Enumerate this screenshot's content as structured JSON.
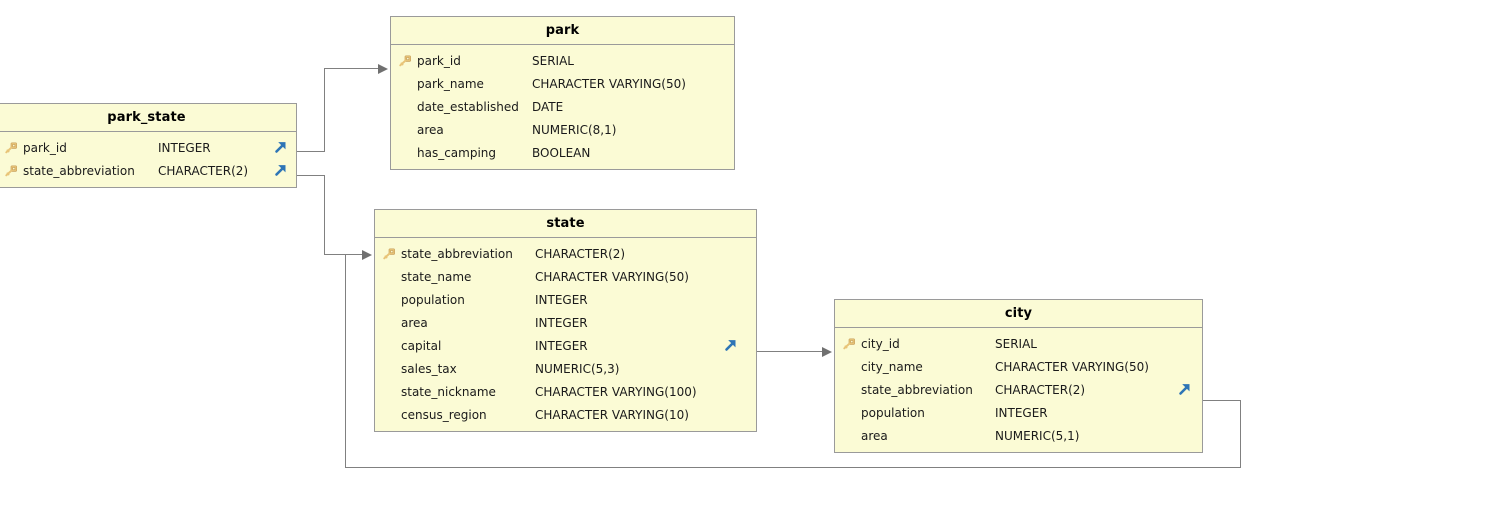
{
  "diagram": {
    "title": "database-er-diagram",
    "background_color": "#ffffff",
    "table_fill": "#fbfbd5",
    "table_border": "#9a9a9a",
    "connector_color": "#808080",
    "fk_arrow_color": "#2e75b6",
    "pk_key_color": "#e8c478"
  },
  "tables": {
    "park": {
      "name": "park",
      "columns": [
        {
          "name": "park_id",
          "type": "SERIAL",
          "pk": true,
          "fk": false
        },
        {
          "name": "park_name",
          "type": "CHARACTER VARYING(50)",
          "pk": false,
          "fk": false
        },
        {
          "name": "date_established",
          "type": "DATE",
          "pk": false,
          "fk": false
        },
        {
          "name": "area",
          "type": "NUMERIC(8,1)",
          "pk": false,
          "fk": false
        },
        {
          "name": "has_camping",
          "type": "BOOLEAN",
          "pk": false,
          "fk": false
        }
      ]
    },
    "park_state": {
      "name": "park_state",
      "columns": [
        {
          "name": "park_id",
          "type": "INTEGER",
          "pk": true,
          "fk": true
        },
        {
          "name": "state_abbreviation",
          "type": "CHARACTER(2)",
          "pk": true,
          "fk": true
        }
      ]
    },
    "state": {
      "name": "state",
      "columns": [
        {
          "name": "state_abbreviation",
          "type": "CHARACTER(2)",
          "pk": true,
          "fk": false
        },
        {
          "name": "state_name",
          "type": "CHARACTER VARYING(50)",
          "pk": false,
          "fk": false
        },
        {
          "name": "population",
          "type": "INTEGER",
          "pk": false,
          "fk": false
        },
        {
          "name": "area",
          "type": "INTEGER",
          "pk": false,
          "fk": false
        },
        {
          "name": "capital",
          "type": "INTEGER",
          "pk": false,
          "fk": true
        },
        {
          "name": "sales_tax",
          "type": "NUMERIC(5,3)",
          "pk": false,
          "fk": false
        },
        {
          "name": "state_nickname",
          "type": "CHARACTER VARYING(100)",
          "pk": false,
          "fk": false
        },
        {
          "name": "census_region",
          "type": "CHARACTER VARYING(10)",
          "pk": false,
          "fk": false
        }
      ]
    },
    "city": {
      "name": "city",
      "columns": [
        {
          "name": "city_id",
          "type": "SERIAL",
          "pk": true,
          "fk": false
        },
        {
          "name": "city_name",
          "type": "CHARACTER VARYING(50)",
          "pk": false,
          "fk": false
        },
        {
          "name": "state_abbreviation",
          "type": "CHARACTER(2)",
          "pk": false,
          "fk": true
        },
        {
          "name": "population",
          "type": "INTEGER",
          "pk": false,
          "fk": false
        },
        {
          "name": "area",
          "type": "NUMERIC(5,1)",
          "pk": false,
          "fk": false
        }
      ]
    }
  },
  "relationships": [
    {
      "from": "park_state.park_id",
      "to": "park.park_id"
    },
    {
      "from": "park_state.state_abbreviation",
      "to": "state.state_abbreviation"
    },
    {
      "from": "state.capital",
      "to": "city.city_id"
    },
    {
      "from": "city.state_abbreviation",
      "to": "state.state_abbreviation"
    }
  ],
  "icons": {
    "primary_key": "key-icon",
    "foreign_key": "fk-arrow-icon"
  }
}
